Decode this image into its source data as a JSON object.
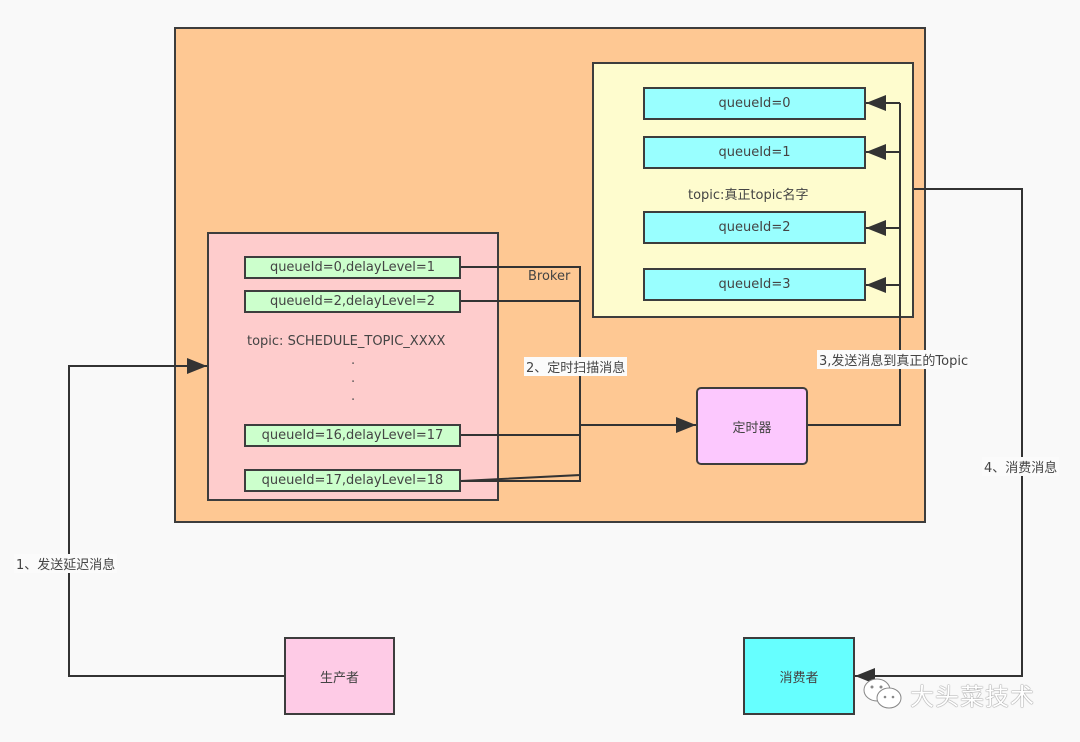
{
  "broker": {
    "label": "Broker"
  },
  "real_topic": {
    "label": "topic:真正topic名字",
    "queues": [
      "queueId=0",
      "queueId=1",
      "queueId=2",
      "queueId=3"
    ]
  },
  "schedule_topic": {
    "label": "topic: SCHEDULE_TOPIC_XXXX",
    "ellipsis": ".",
    "queues": [
      "queueId=0,delayLevel=1",
      "queueId=2,delayLevel=2",
      "queueId=16,delayLevel=17",
      "queueId=17,delayLevel=18"
    ]
  },
  "timer": {
    "label": "定时器"
  },
  "producer": {
    "label": "生产者"
  },
  "consumer": {
    "label": "消费者"
  },
  "edges": {
    "step1": "1、发送延迟消息",
    "step2": "2、定时扫描消息",
    "step3": "3,发送消息到真正的Topic",
    "step4": "4、消费消息"
  },
  "watermark": {
    "icon": "wechat-icon",
    "text": "大头菜技术"
  }
}
